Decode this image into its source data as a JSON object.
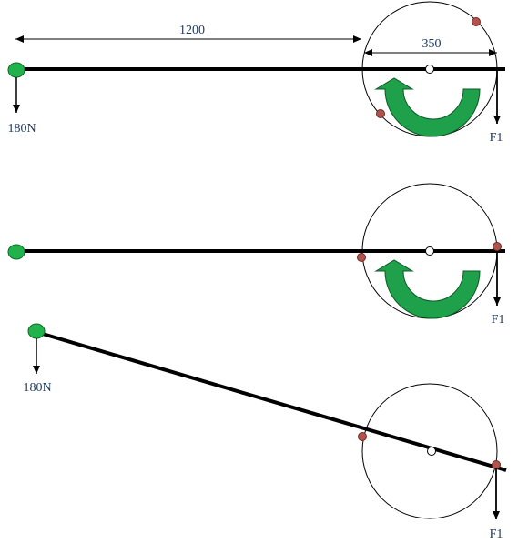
{
  "colors": {
    "pivot_fill": "#22b24c",
    "pivot_stroke": "#0e6b2a",
    "arrow_fill": "#1fa04a",
    "arrow_stroke": "#0b5a24",
    "bolt_fill": "#b3524a",
    "bolt_stroke": "#6d2a25",
    "lever": "#000000",
    "label_text": "#1f3b66"
  },
  "panel_top": {
    "dimension_lever": "1200",
    "dimension_radius": "350",
    "load_label": "180N",
    "force_label": "F1",
    "icons": [
      "pivot-icon",
      "rotation-arrow-icon",
      "bolt-icon"
    ]
  },
  "panel_middle": {
    "force_label": "F1",
    "icons": [
      "pivot-icon",
      "rotation-arrow-icon",
      "bolt-icon"
    ]
  },
  "panel_bottom": {
    "load_label": "180N",
    "force_label": "F1",
    "icons": [
      "pivot-icon",
      "bolt-icon"
    ]
  }
}
